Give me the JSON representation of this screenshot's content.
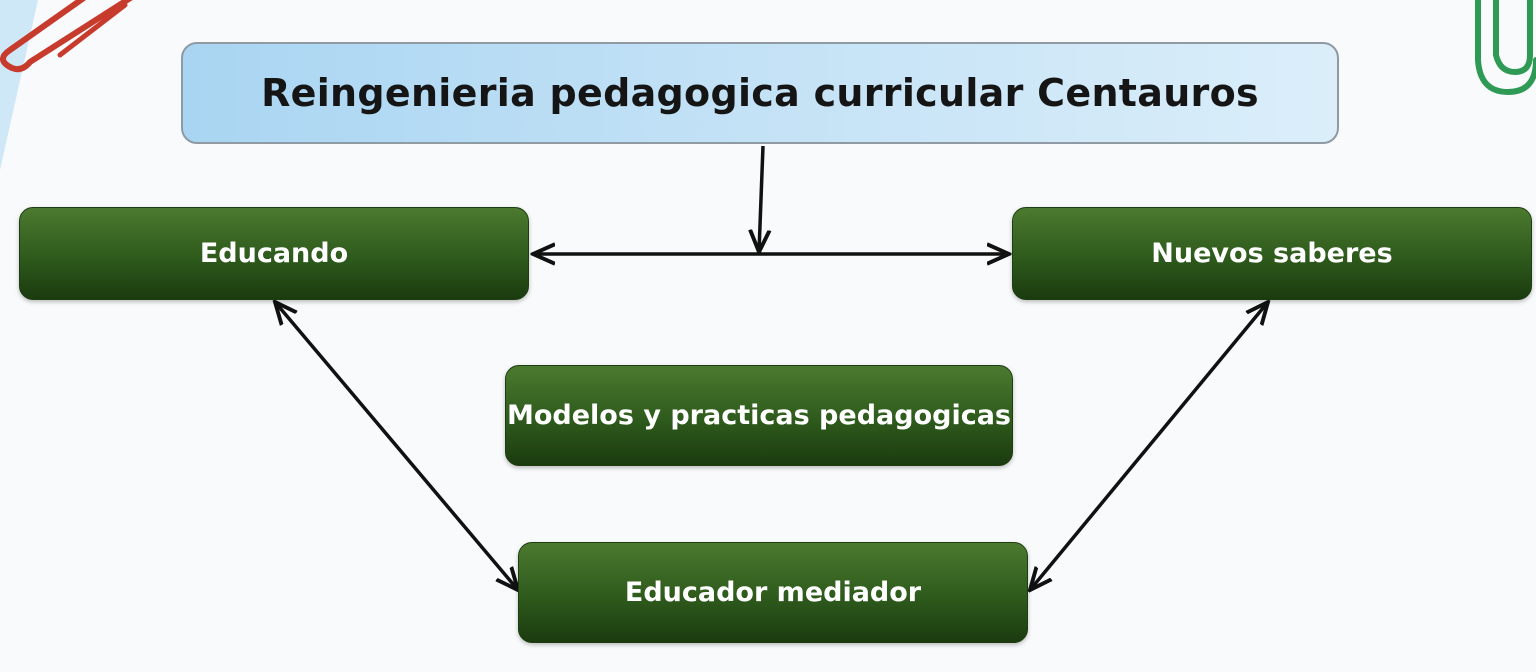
{
  "diagram": {
    "title": "Reingenieria pedagogica curricular Centauros",
    "nodes": {
      "educando": "Educando",
      "nuevos_saberes": "Nuevos saberes",
      "modelos": "Modelos y practicas pedagogicas",
      "educador": "Educador mediador"
    },
    "edges": [
      {
        "from": "title",
        "to": "junction",
        "type": "one-way"
      },
      {
        "from": "junction",
        "to": "educando",
        "type": "one-way"
      },
      {
        "from": "junction",
        "to": "nuevos_saberes",
        "type": "one-way"
      },
      {
        "from": "educando",
        "to": "educador",
        "type": "two-way"
      },
      {
        "from": "nuevos_saberes",
        "to": "educador",
        "type": "two-way"
      }
    ]
  },
  "decorations": {
    "left_paperclip_icon": "paperclip-icon",
    "right_paperclip_icon": "paperclip-icon",
    "paperclip_left_color": "#c0392b",
    "paperclip_right_color": "#27ae60",
    "accent_box_color": "#b9dcf4",
    "node_color": "#2f5a1c"
  }
}
